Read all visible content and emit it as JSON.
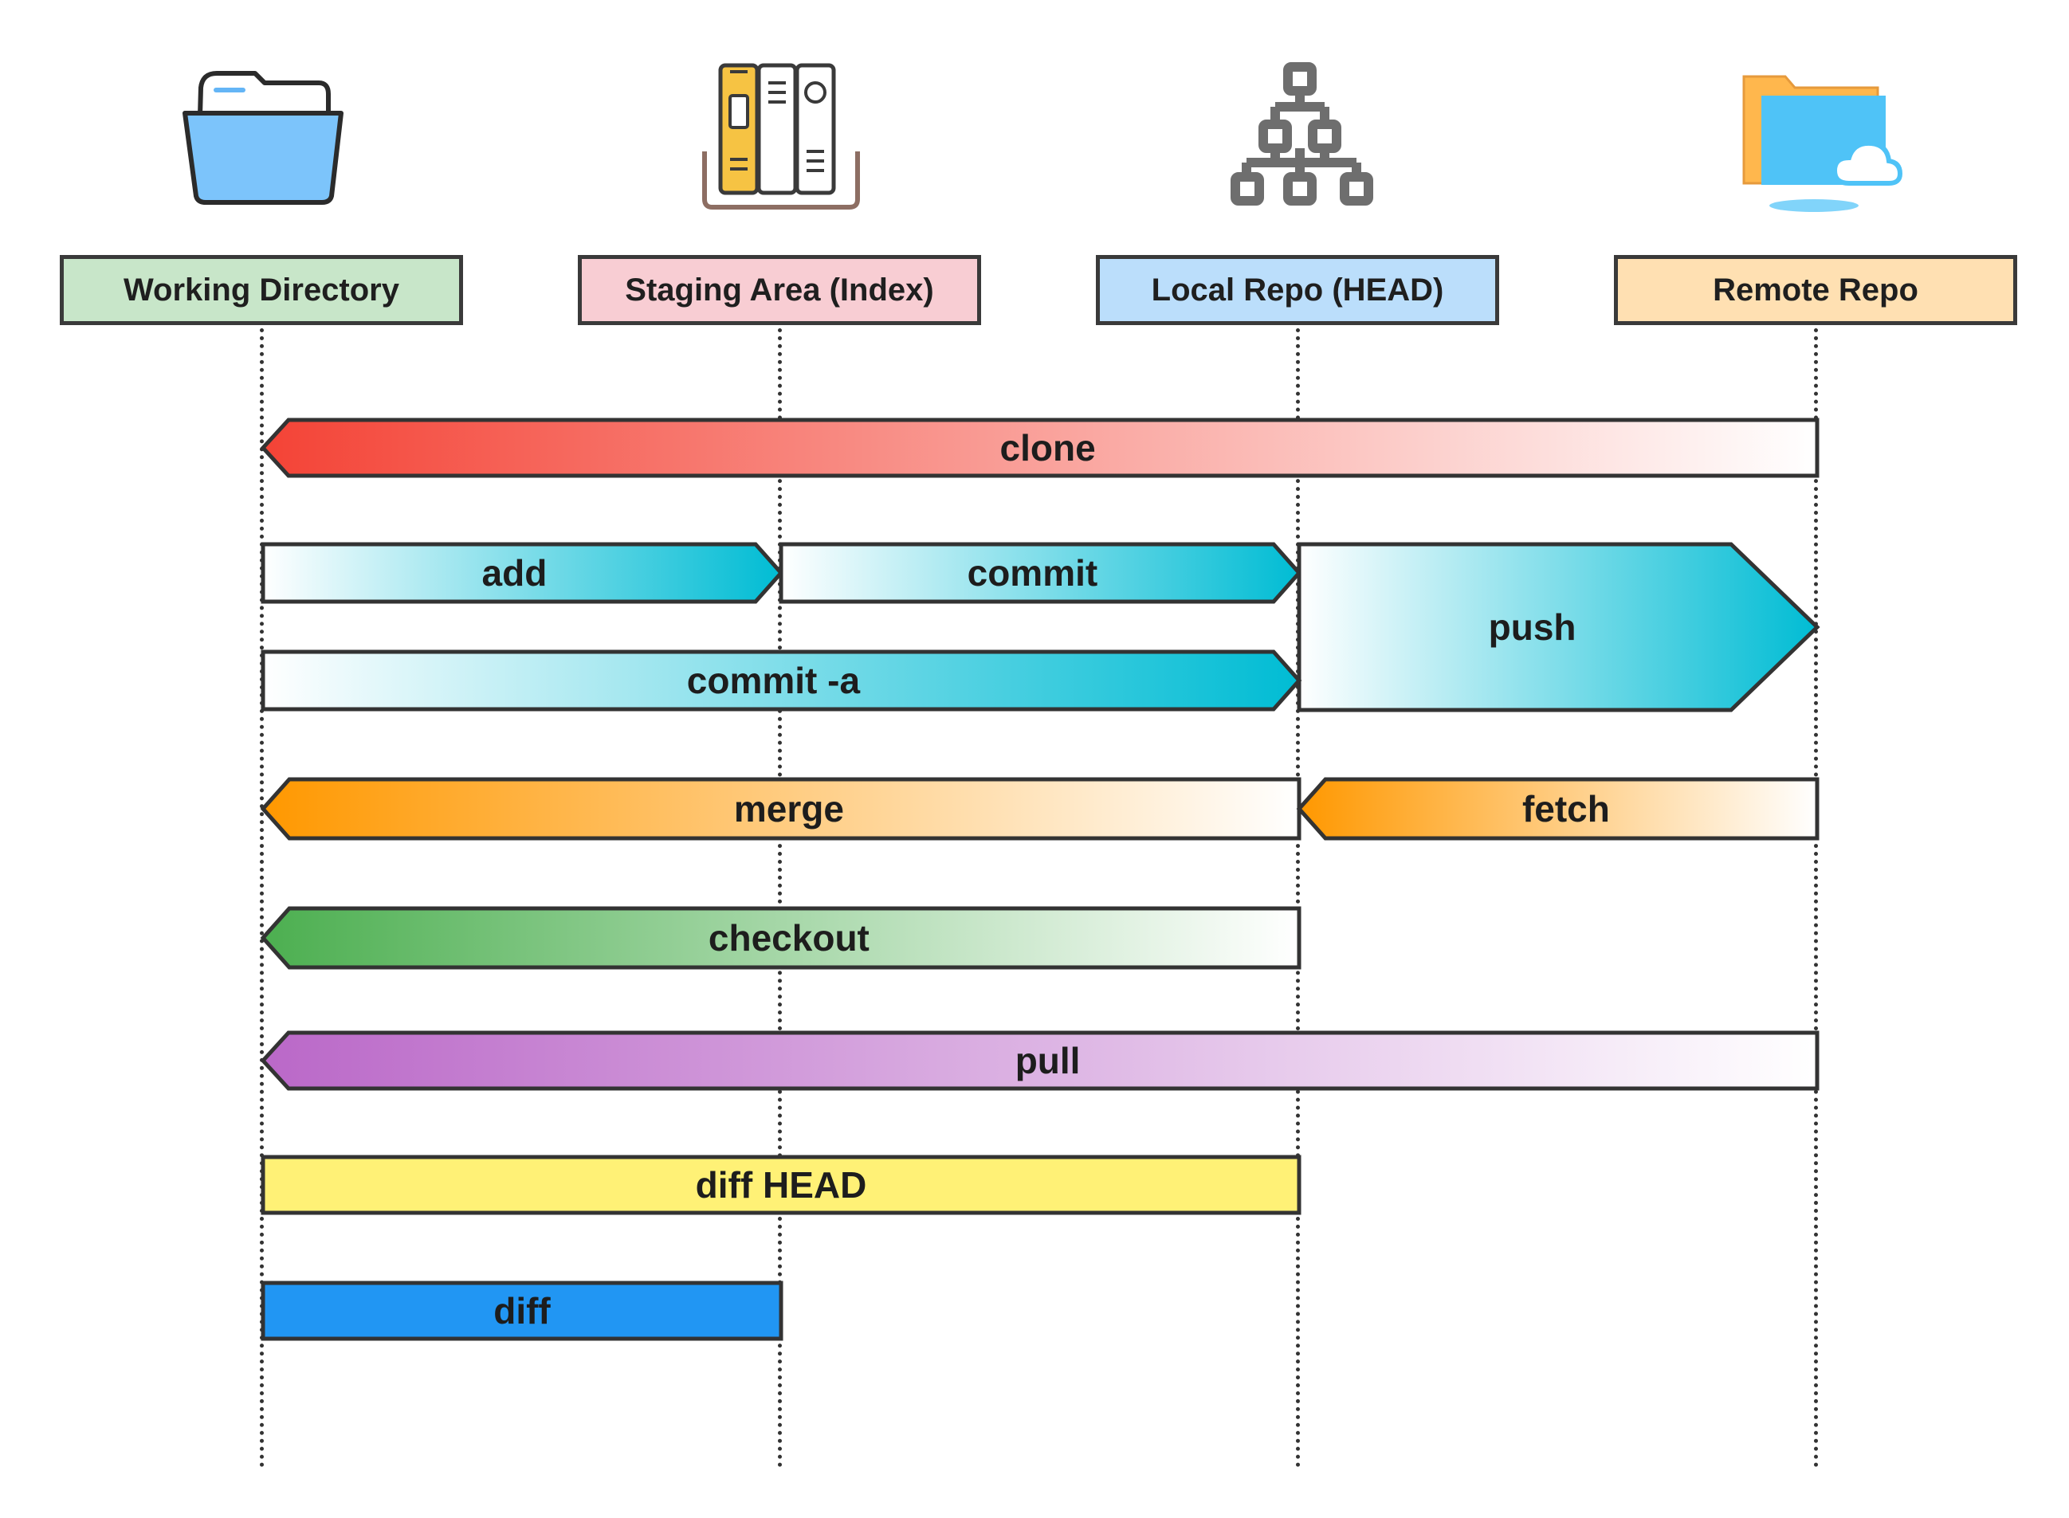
{
  "stages": [
    {
      "id": "working",
      "label": "Working Directory",
      "fill": "#c8e6c9",
      "icon": "folder-icon"
    },
    {
      "id": "staging",
      "label": "Staging Area (Index)",
      "fill": "#f8cdd3",
      "icon": "binders-icon"
    },
    {
      "id": "local",
      "label": "Local Repo (HEAD)",
      "fill": "#bbdefb",
      "icon": "hierarchy-icon"
    },
    {
      "id": "remote",
      "label": "Remote Repo",
      "fill": "#ffe0b2",
      "icon": "cloud-folder-icon"
    }
  ],
  "operations": [
    {
      "id": "clone",
      "label": "clone",
      "from": "remote",
      "to": "working",
      "color": "#f44336",
      "fill_style": "gradient"
    },
    {
      "id": "add",
      "label": "add",
      "from": "working",
      "to": "staging",
      "color": "#00bcd4",
      "fill_style": "gradient"
    },
    {
      "id": "commit",
      "label": "commit",
      "from": "staging",
      "to": "local",
      "color": "#00bcd4",
      "fill_style": "gradient"
    },
    {
      "id": "push",
      "label": "push",
      "from": "local",
      "to": "remote",
      "color": "#00bcd4",
      "fill_style": "gradient"
    },
    {
      "id": "commit-a",
      "label": "commit -a",
      "from": "working",
      "to": "local",
      "color": "#00bcd4",
      "fill_style": "gradient"
    },
    {
      "id": "merge",
      "label": "merge",
      "from": "local",
      "to": "working",
      "color": "#ff9800",
      "fill_style": "gradient"
    },
    {
      "id": "fetch",
      "label": "fetch",
      "from": "remote",
      "to": "local",
      "color": "#ff9800",
      "fill_style": "gradient"
    },
    {
      "id": "checkout",
      "label": "checkout",
      "from": "local",
      "to": "working",
      "color": "#4caf50",
      "fill_style": "gradient"
    },
    {
      "id": "pull",
      "label": "pull",
      "from": "remote",
      "to": "working",
      "color": "#ba68c8",
      "fill_style": "gradient"
    },
    {
      "id": "diff-head",
      "label": "diff HEAD",
      "from": "working",
      "to": "local",
      "color": "#fff176",
      "fill_style": "solid"
    },
    {
      "id": "diff",
      "label": "diff",
      "from": "working",
      "to": "staging",
      "color": "#2196f3",
      "fill_style": "solid"
    }
  ]
}
